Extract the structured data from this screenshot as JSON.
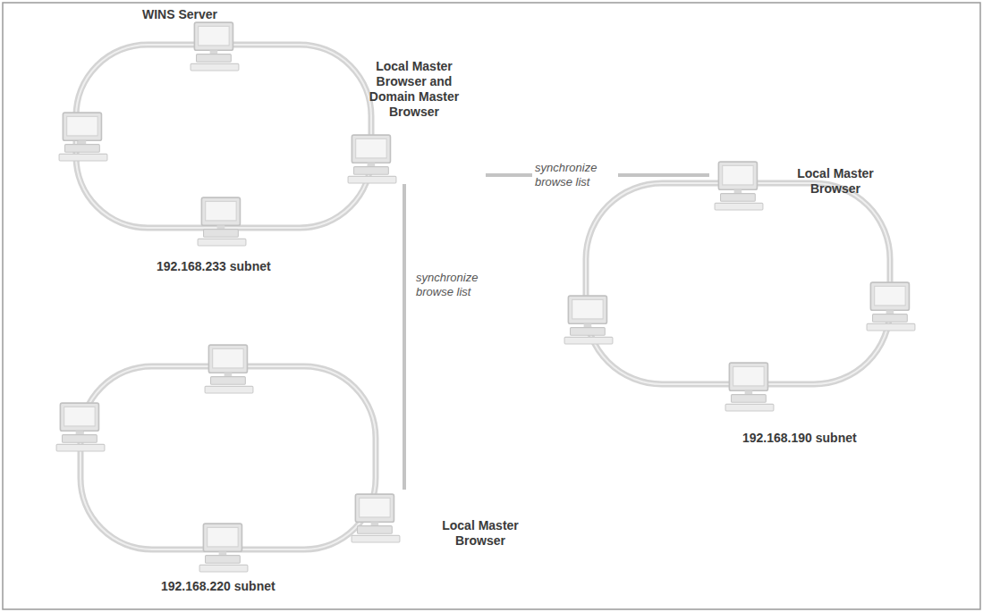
{
  "diagram": {
    "nodes": [
      {
        "text": [
          "WINS Server"
        ]
      },
      {
        "text": [
          "Local Master Browser and Domain Master Browser"
        ]
      },
      {
        "text": [
          "Local Master Browser"
        ]
      },
      {
        "text": [
          "Local Master Browser"
        ]
      }
    ],
    "edges": [
      {
        "from": 1,
        "to": 2,
        "arrow": "none",
        "label": "synchronize browse list"
      },
      {
        "from": 1,
        "to": 3,
        "arrow": "none",
        "label": "synchronize browse list"
      }
    ],
    "labels": [
      "192.168.233 subnet",
      "192.168.190 subnet",
      "192.168.220 subnet"
    ]
  }
}
